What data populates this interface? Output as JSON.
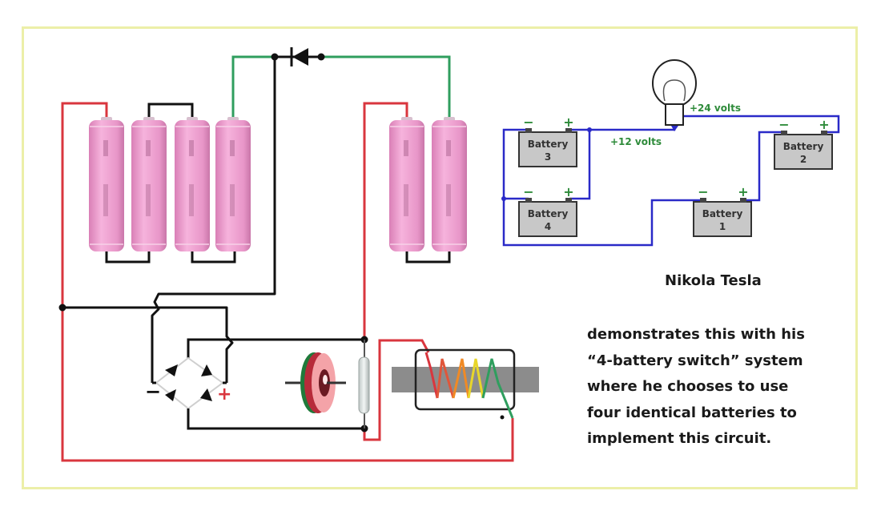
{
  "caption": {
    "title": "Nikola Tesla",
    "lines": [
      "demonstrates this with his",
      "“4-battery switch” system",
      "where he chooses to use",
      "four identical batteries to",
      "implement this circuit."
    ]
  },
  "schematic": {
    "batteries": [
      {
        "name": "Battery",
        "number": "3"
      },
      {
        "name": "Battery",
        "number": "4"
      },
      {
        "name": "Battery",
        "number": "1"
      },
      {
        "name": "Battery",
        "number": "2"
      }
    ],
    "terminal_plus": "+",
    "terminal_minus": "−",
    "voltage_12": "+12 volts",
    "voltage_24": "+24 volts"
  },
  "bridge": {
    "minus_sign": "−",
    "plus_sign": "+"
  },
  "colors": {
    "frame": "#ecefa8",
    "wire_black": "#111111",
    "wire_red": "#d9363e",
    "wire_green": "#2f9e5e",
    "wire_blue": "#2a2ac8",
    "cell_pink": "#ee9fce",
    "battery_gray": "#c8c8c8",
    "label_green": "#2e8b3a"
  }
}
